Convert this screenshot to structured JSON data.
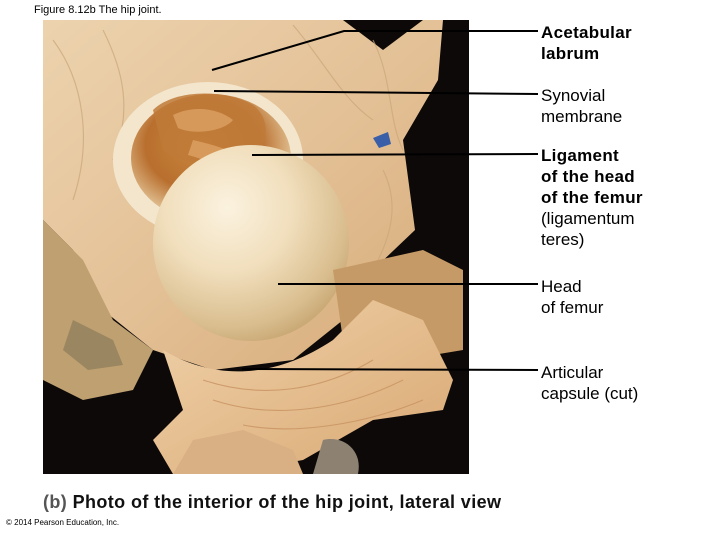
{
  "figure_title": "Figure 8.12b  The hip joint.",
  "labels": [
    {
      "id": "acetabular-labrum",
      "lines": [
        "Acetabular",
        "labrum"
      ],
      "bold_lines": [
        0,
        1
      ]
    },
    {
      "id": "synovial-membrane",
      "lines": [
        "Synovial",
        "membrane"
      ],
      "bold_lines": []
    },
    {
      "id": "ligament-head-femur",
      "lines": [
        "Ligament",
        "of the head",
        "of the femur",
        "(ligamentum",
        "teres)"
      ],
      "bold_lines": [
        0,
        1,
        2
      ]
    },
    {
      "id": "head-of-femur",
      "lines": [
        "Head",
        "of femur"
      ],
      "bold_lines": []
    },
    {
      "id": "articular-capsule",
      "lines": [
        "Articular",
        "capsule (cut)"
      ],
      "bold_lines": []
    }
  ],
  "caption": {
    "part": "(b)",
    "text": "Photo of the interior of the hip joint, lateral view"
  },
  "copyright": "© 2014 Pearson Education, Inc."
}
